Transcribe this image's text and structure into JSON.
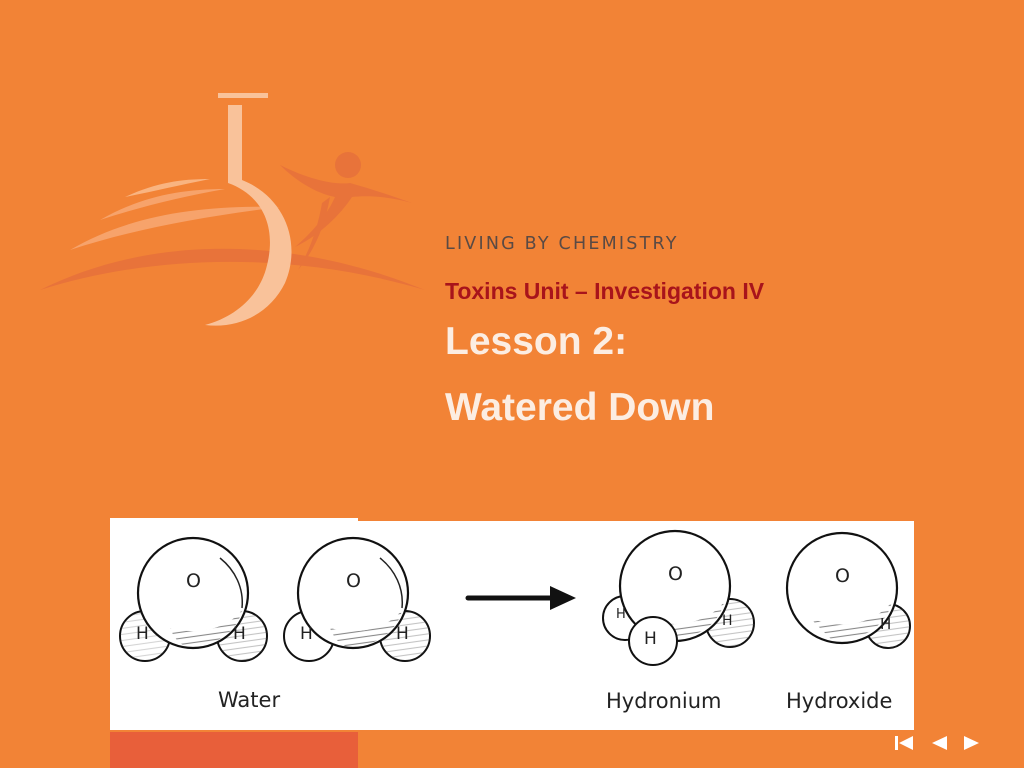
{
  "slide": {
    "brand": "LIVING BY CHEMISTRY",
    "subtitle": "Toxins Unit – Investigation IV",
    "lesson": "Lesson 2:",
    "lesson_name": "Watered Down"
  },
  "illustration": {
    "captions": {
      "water": "Water",
      "hydronium": "Hydronium",
      "hydroxide": "Hydroxide"
    },
    "atom_labels": {
      "oxygen": "O",
      "hydrogen": "H"
    }
  },
  "navigation": {
    "first_icon": "first-slide-icon",
    "prev_icon": "previous-slide-icon",
    "next_icon": "next-slide-icon"
  },
  "colors": {
    "background": "#F28336",
    "subtitle": "#A8141B",
    "title": "#FCEDE2",
    "brand": "#5a4a44",
    "strip": "#E85F3A"
  }
}
